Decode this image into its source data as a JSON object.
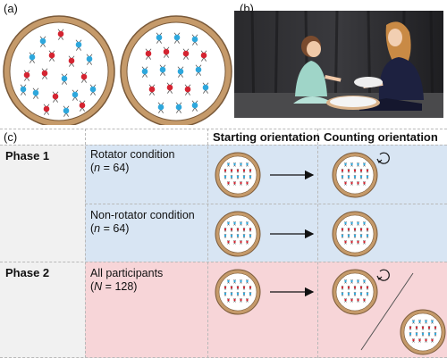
{
  "panel_a": {
    "label": "(a)"
  },
  "panel_b": {
    "label": "(b)"
  },
  "panel_c": {
    "label": "(c)",
    "headers": {
      "start": "Starting orientation",
      "count": "Counting orientation"
    },
    "phase1": {
      "label": "Phase 1",
      "rotator": {
        "title": "Rotator condition",
        "n_prefix": "(",
        "n_var": "n",
        "n_value": " = 64)"
      },
      "nonrotator": {
        "title": "Non-rotator condition",
        "n_prefix": "(",
        "n_var": "n",
        "n_value": " = 64)"
      }
    },
    "phase2": {
      "label": "Phase 2",
      "all": {
        "title": "All participants",
        "n_prefix": "(",
        "n_var": "N",
        "n_value": " = 128)"
      }
    }
  },
  "colors": {
    "blue_dot": "#2ea7dc",
    "red_dot": "#d42431",
    "plate_rim": "#c59a6a",
    "plate_fill": "#ffffff",
    "phase1_bg": "#d8e5f3",
    "phase2_bg": "#f7d5d8",
    "label_bg": "#f1f1f1"
  }
}
